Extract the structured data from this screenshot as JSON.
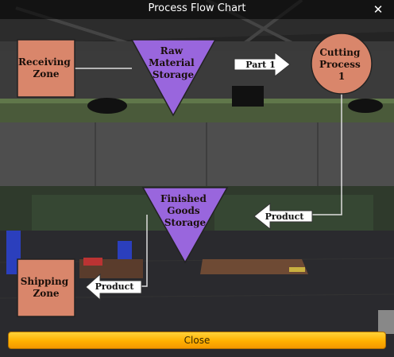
{
  "window": {
    "title": "Process Flow Chart",
    "close_glyph": "✕",
    "close_button_label": "Close"
  },
  "nodes": {
    "receiving": {
      "lines": [
        "Receiving",
        "Zone"
      ]
    },
    "raw_storage": {
      "lines": [
        "Raw",
        "Material",
        "Storage"
      ]
    },
    "cutting": {
      "lines": [
        "Cutting",
        "Process",
        "1"
      ]
    },
    "finished_storage": {
      "lines": [
        "Finished",
        "Goods",
        "Storage"
      ]
    },
    "shipping": {
      "lines": [
        "Shipping",
        "Zone"
      ]
    }
  },
  "arrows": {
    "part1": "Part 1",
    "product_right": "Product",
    "product_left": "Product"
  },
  "colors": {
    "box_fill": "#d9866b",
    "triangle_fill": "#9966dd",
    "connector": "#dddddd",
    "arrow_fill": "#ffffff",
    "close_button": "#ffb000"
  }
}
